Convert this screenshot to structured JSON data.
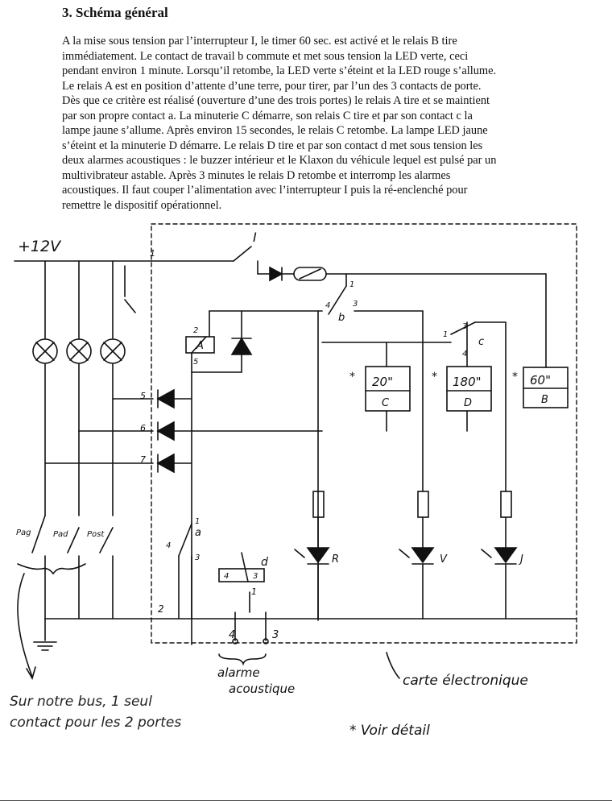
{
  "section_title": "3. Schéma  général",
  "paragraph_lines": [
    "A la mise sous tension par l’interrupteur I, le timer 60 sec. est activé et le relais B tire",
    "immédiatement. Le contact de travail b commute et met sous tension la LED verte, ceci",
    "pendant environ 1 minute. Lorsqu’il retombe, la LED verte s’éteint et la LED rouge s’allume.",
    "Le relais A est en position d’attente d’une terre,  pour tirer,  par l’un des 3 contacts de porte.",
    "Dès que ce critère est réalisé (ouverture d’une des trois portes) le relais A tire et se maintient",
    "par son propre contact a. La minuterie C démarre, son relais C tire et par son contact c la",
    "lampe jaune s’allume. Après environ 15 secondes, le relais C retombe. La lampe LED jaune",
    "s’éteint et la minuterie D démarre. Le relais D tire et par son contact d met sous tension les",
    "deux alarmes acoustiques : le buzzer intérieur et le Klaxon du véhicule lequel est pulsé par un",
    "multivibrateur astable. Après 3 minutes le relais D retombe et interromp les alarmes",
    "acoustiques. Il faut couper l’alimentation avec l’interrupteur I puis la ré-enclenché pour",
    "remettre le dispositif opérationnel."
  ],
  "diagram": {
    "supply": "+12V",
    "switch_I": "I",
    "terminals": {
      "t1": "1",
      "t2": "2",
      "t5": "5",
      "t6": "6",
      "t7": "7",
      "out4": "4",
      "out3": "3"
    },
    "relay_A": {
      "name": "A",
      "pin_top": "2",
      "pin_bottom": "5"
    },
    "contact_a": {
      "name": "a",
      "pin1": "1",
      "pin3": "3",
      "pin4": "4"
    },
    "contact_b": {
      "name": "b",
      "pin1": "1",
      "pin3": "3",
      "pin4": "4"
    },
    "contact_c": {
      "name": "c",
      "pin1": "1",
      "pin3": "3",
      "pin4": "4"
    },
    "contact_d": {
      "name": "d",
      "pin1": "1",
      "pin3": "3",
      "pin4": "4"
    },
    "timer_C": {
      "time": "20\"",
      "name": "C"
    },
    "timer_D": {
      "time": "180\"",
      "name": "D"
    },
    "timer_B": {
      "time": "60\"",
      "name": "B"
    },
    "star": "*",
    "led_R": "R",
    "led_V": "V",
    "led_J": "J",
    "door_contacts": [
      "Pag",
      "Pad",
      "Post"
    ],
    "label_alarme_1": "alarme",
    "label_alarme_2": "acoustique",
    "label_carte": "carte électronique",
    "note_line1": "Sur notre bus, 1 seul",
    "note_line2": "contact pour les 2 portes",
    "voir_detail": "* Voir détail"
  }
}
